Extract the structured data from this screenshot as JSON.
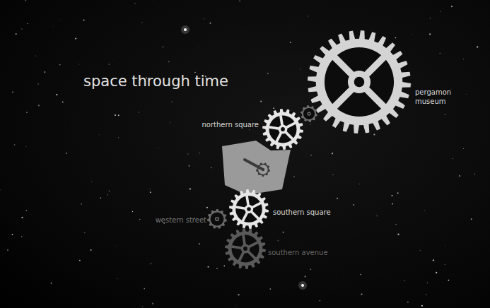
{
  "diagram": {
    "title": "space through time",
    "labels": [
      "pergamon museum",
      "northern square",
      "southern square",
      "western street",
      "southern avenue"
    ]
  }
}
